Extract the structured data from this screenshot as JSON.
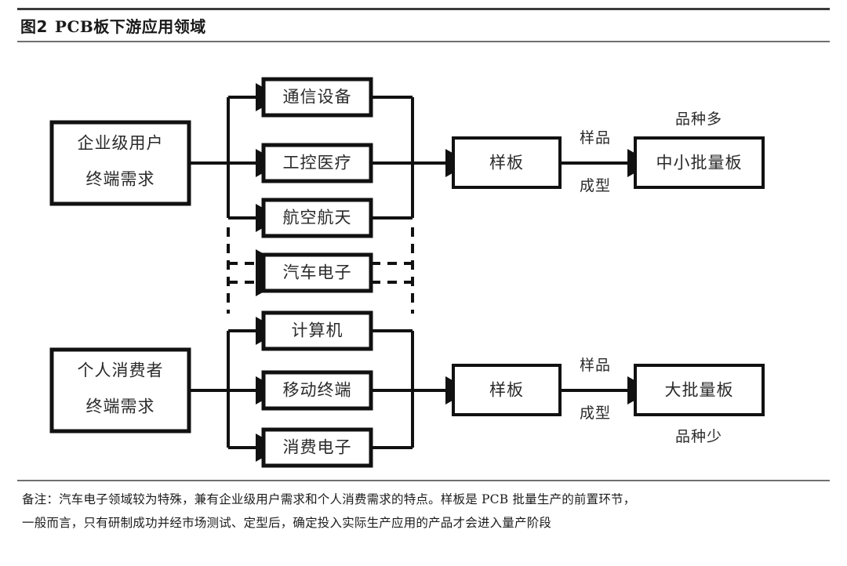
{
  "figure": {
    "number": "图2",
    "title": "PCB板下游应用领域"
  },
  "diagram": {
    "sources": [
      {
        "id": "enterprise",
        "line1": "企业级用户",
        "line2": "终端需求"
      },
      {
        "id": "consumer",
        "line1": "个人消费者",
        "line2": "终端需求"
      }
    ],
    "applications": [
      {
        "id": "comm",
        "label": "通信设备",
        "group": "enterprise",
        "style": "solid"
      },
      {
        "id": "industrial",
        "label": "工控医疗",
        "group": "enterprise",
        "style": "solid"
      },
      {
        "id": "aerospace",
        "label": "航空航天",
        "group": "enterprise",
        "style": "solid"
      },
      {
        "id": "automotive",
        "label": "汽车电子",
        "group": "both",
        "style": "dashed"
      },
      {
        "id": "computer",
        "label": "计算机",
        "group": "consumer",
        "style": "solid"
      },
      {
        "id": "mobile",
        "label": "移动终端",
        "group": "consumer",
        "style": "solid"
      },
      {
        "id": "consumer_e",
        "label": "消费电子",
        "group": "consumer",
        "style": "solid"
      }
    ],
    "stages": {
      "sample_top": "样板",
      "sample_bottom": "样板",
      "edge_top_line1": "样品",
      "edge_top_line2": "成型",
      "edge_bottom_line1": "样品",
      "edge_bottom_line2": "成型"
    },
    "outputs": [
      {
        "id": "small_batch",
        "label": "中小批量板",
        "caption": "品种多",
        "caption_pos": "above"
      },
      {
        "id": "mass_batch",
        "label": "大批量板",
        "caption": "品种少",
        "caption_pos": "below"
      }
    ]
  },
  "note": {
    "line1": "备注：汽车电子领域较为特殊，兼有企业级用户需求和个人消费需求的特点。样板是 PCB 批量生产的前置环节，",
    "line2": "一般而言，只有研制成功并经市场测试、定型后，确定投入实际生产应用的产品才会进入量产阶段"
  },
  "colors": {
    "ink": "#111111",
    "text": "#2a2a2a",
    "rule": "#6f6f6f",
    "rule_top": "#3b3b3b",
    "background": "#ffffff"
  }
}
